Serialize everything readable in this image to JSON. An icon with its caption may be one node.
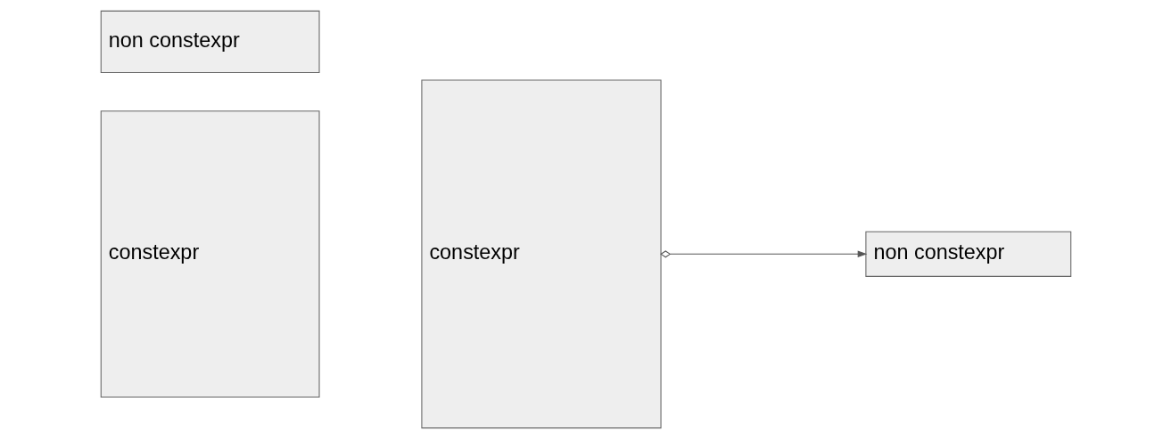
{
  "diagram": {
    "nodes": [
      {
        "text": [
          "non constexpr"
        ]
      },
      {
        "text": [
          "constexpr"
        ]
      },
      {
        "text": [
          "constexpr"
        ]
      },
      {
        "text": [
          "non constexpr"
        ]
      }
    ],
    "edges": [
      {
        "from": 2,
        "to": 3,
        "arrow": "to"
      }
    ]
  }
}
